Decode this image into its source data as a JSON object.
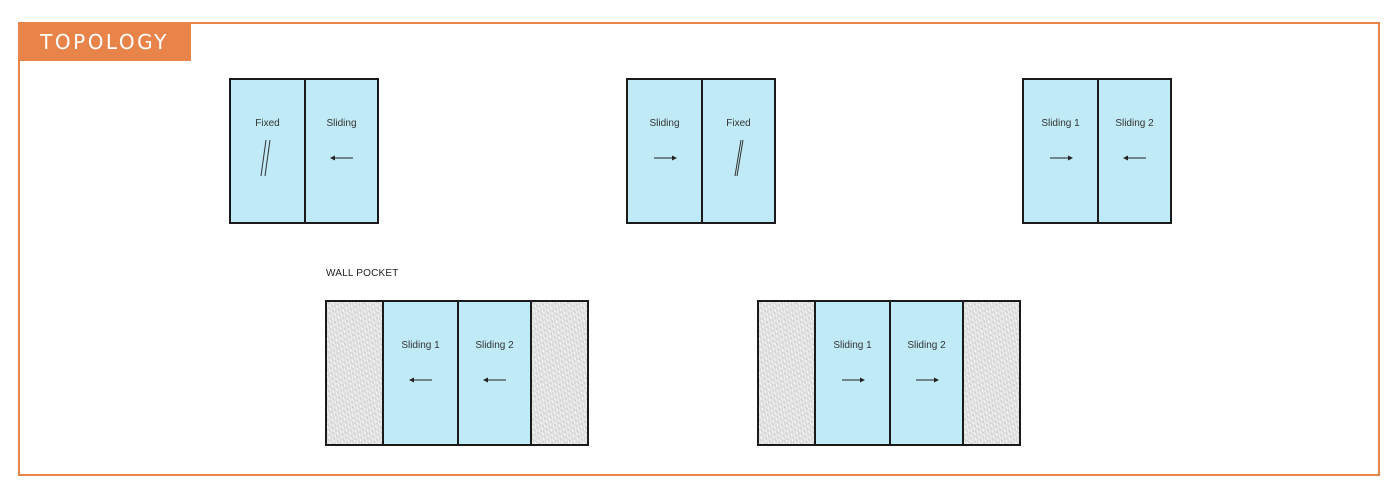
{
  "title": "TOPOLOGY",
  "wall_pocket_label": "WALL POCKET",
  "colors": {
    "accent": "#e8844a",
    "glass": "#c0eaf6",
    "frame": "#1a1a1a",
    "wall": "#e3e3e3"
  },
  "configurations": [
    {
      "panels": [
        {
          "label": "Fixed",
          "mark": "fixed-hatch"
        },
        {
          "label": "Sliding",
          "mark": "arrow-left"
        }
      ]
    },
    {
      "panels": [
        {
          "label": "Sliding",
          "mark": "arrow-right"
        },
        {
          "label": "Fixed",
          "mark": "fixed-hatch"
        }
      ]
    },
    {
      "panels": [
        {
          "label": "Sliding 1",
          "mark": "arrow-right"
        },
        {
          "label": "Sliding 2",
          "mark": "arrow-left"
        }
      ]
    },
    {
      "wall_pocket": true,
      "panels": [
        {
          "label": "Sliding 1",
          "mark": "arrow-left"
        },
        {
          "label": "Sliding 2",
          "mark": "arrow-left"
        }
      ]
    },
    {
      "wall_pocket": true,
      "panels": [
        {
          "label": "Sliding 1",
          "mark": "arrow-right"
        },
        {
          "label": "Sliding 2",
          "mark": "arrow-right"
        }
      ]
    }
  ]
}
